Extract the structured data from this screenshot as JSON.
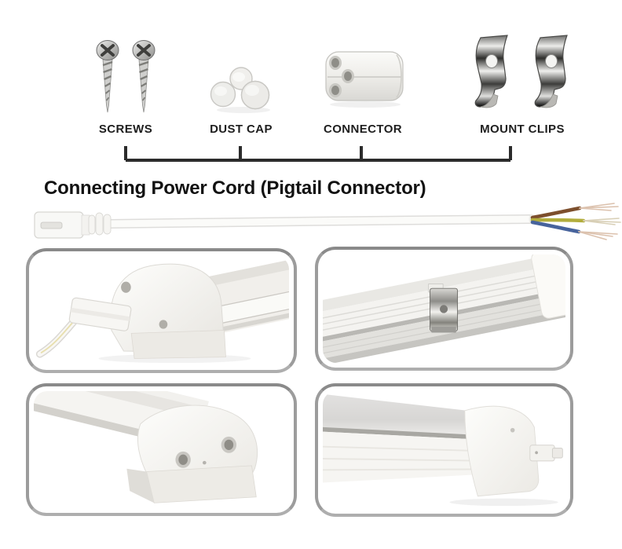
{
  "title": "Connecting Power Cord (Pigtail Connector)",
  "accessories": {
    "items": [
      {
        "label": "SCREWS",
        "icon": "screws-icon"
      },
      {
        "label": "DUST CAP",
        "icon": "dust-cap-icon"
      },
      {
        "label": "CONNECTOR",
        "icon": "connector-icon"
      },
      {
        "label": "MOUNT CLIPS",
        "icon": "mount-clips-icon"
      }
    ]
  },
  "colors": {
    "background": "#ffffff",
    "label_text": "#1e1e1e",
    "bracket": "#2b2b2b",
    "photo_frame": "#9c9c9c"
  },
  "power_cord": {
    "wires": [
      {
        "name": "brown-wire",
        "color": "#7d4f2d"
      },
      {
        "name": "yellow-green-wire",
        "color": "#b2ad3c"
      },
      {
        "name": "blue-wire",
        "color": "#47639c"
      }
    ],
    "copper_tip_color": "#d9bda9"
  }
}
